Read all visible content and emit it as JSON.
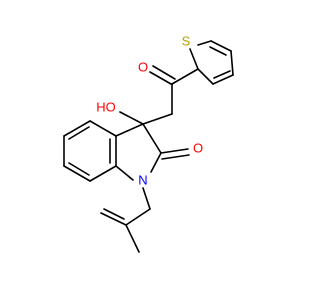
{
  "molecule": {
    "atom_labels": {
      "hydroxyl": "HO",
      "ketone_oxygen": "O",
      "lactam_oxygen": "O",
      "ring_nitrogen": "N",
      "thiophene_sulfur": "S"
    },
    "colors": {
      "bond": "#000000",
      "oxygen": "#ff0000",
      "nitrogen": "#0000ff",
      "sulfur": "#b8a000"
    }
  }
}
